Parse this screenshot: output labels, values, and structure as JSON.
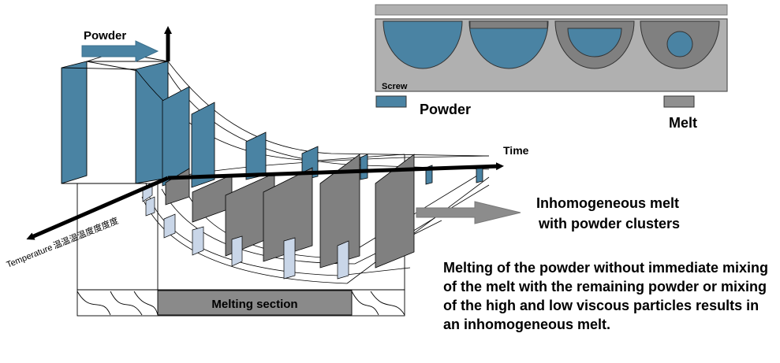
{
  "labels": {
    "powder_arrow": "Powder",
    "time_axis": "Time",
    "temperature_axis": "Temperature",
    "temperature_glyphs": "温温温温度度度度",
    "melting_section": "Melting section",
    "result_line1": "Inhomogeneous melt",
    "result_line2": "with powder clusters",
    "screw": "Screw"
  },
  "legend": {
    "powder": "Powder",
    "melt": "Melt"
  },
  "description": "Melting of the powder without immediate mixing of the melt with  the remaining powder or mixing of the high and low viscous particles results in an inhomogeneous melt.",
  "colors": {
    "powder": "#4a83a3",
    "melt": "#808080",
    "screw_body": "#b0b0b0",
    "light_powder": "#c9d6e8",
    "result_arrow": "#8c8c8c"
  }
}
